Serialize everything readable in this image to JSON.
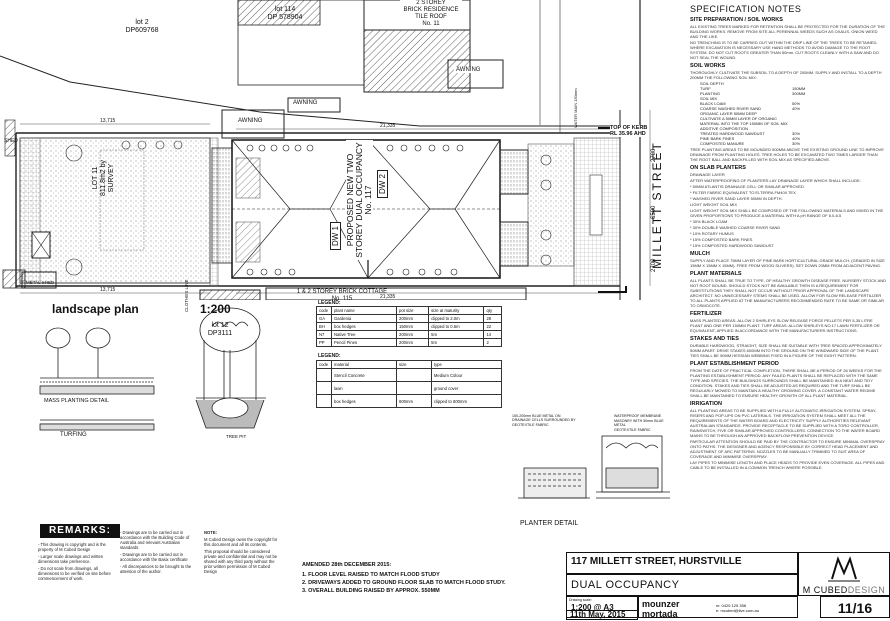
{
  "plan": {
    "title": "landscape plan",
    "scale": "1:200",
    "lots": [
      {
        "lot": "lot 2",
        "dp": "DP609768"
      },
      {
        "lot": "lot 114",
        "dp": "DP 578904"
      },
      {
        "lot": "lot 12",
        "dp": "DP3111"
      }
    ],
    "neighbour_top": [
      "2 STOREY",
      "BRICK RESIDENCE",
      "TILE ROOF",
      "No. 11"
    ],
    "neighbour_bottom": [
      "1 & 2 STOREY BRICK COTTAGE",
      "No. 115"
    ],
    "awning_labels": [
      "AWNING",
      "AWNING",
      "AWNING"
    ],
    "lot_label": [
      "LOT 11",
      "811.8m2 by SURVEY"
    ],
    "proposed": [
      "PROPOSED NEW TWO",
      "STOREY DUAL OCCUPANCY",
      "No. 117"
    ],
    "dw_labels": [
      "DW 1",
      "DW 2"
    ],
    "street": "MILLETT STREET",
    "street_dims": [
      "2700",
      "6500",
      "2700"
    ],
    "side_dims": [
      "13,715",
      "13,715",
      "21,335",
      "21,335"
    ],
    "left_labels": [
      "SHED",
      "METAL SHED",
      "CLOTHES LINE"
    ],
    "tok": [
      "TOP OF KERB",
      "RL 35.96 AHD"
    ],
    "corner_note": "WATER MAIN 150mm"
  },
  "legend": {
    "title": "LEGEND:",
    "headers": [
      "code",
      "plant name",
      "pot size",
      "size at maturity",
      "qty"
    ],
    "rows": [
      [
        "GA",
        "Gardenia",
        "200mm",
        "clipped to 2.0m",
        "28"
      ],
      [
        "BH",
        "box hedges",
        "150mm",
        "clipped to 0.6m",
        "22"
      ],
      [
        "N7",
        "Native Tree",
        "200mm",
        "5m",
        "14"
      ],
      [
        "PP",
        "Pencil Pines",
        "200mm",
        "5m",
        "2"
      ]
    ],
    "title2": "LEGEND:",
    "headers2": [
      "code",
      "material",
      "size",
      "type"
    ],
    "rows2": [
      [
        "",
        "Stencil Concrete",
        "",
        "Medium Colour"
      ],
      [
        "",
        "lawn",
        "",
        "ground cover"
      ],
      [
        "",
        "box hedges",
        "600mm",
        "clipped to 600mm"
      ]
    ]
  },
  "details": {
    "mass_planting": "MASS PLANTING DETAIL",
    "turfing": "TURFING",
    "tree_pit": "TREE PIT",
    "planter_detail": "PLANTER DETAIL",
    "planter_notes": [
      "150-200mm BLUE METAL ON",
      "DRAINAGE CELLS SURROUNDED BY",
      "GEOTEXTILE FABRIC",
      "WATERPROOF MEMBRANE",
      "MASONRY WITH 50mm BLUE METAL",
      "GEOTEXTILE FABRIC"
    ]
  },
  "remarks": {
    "title": "REMARKS:",
    "col1": [
      "- This drawing is copyright and is the property of M Cubed Design",
      "- Larger scale drawings and written dimensions take preference.",
      "- Do not scale from drawings, all dimensions to be verified on site before commencement of work."
    ],
    "col2": [
      "- Drawings are to be carried out in accordance with the Building Code of Australia and relevant Australian standards",
      "- Drawings are to be carried out in accordance with the Basix certificate",
      "- All discrepancies to be brought to the attention of the author."
    ],
    "note_title": "NOTE:",
    "col3": [
      "M Cubed Design owns the copyright for this document and all its contents.",
      "This proposal should be considered private and confidential and may not be shared with any third party without the prior written permission of M Cubed Design"
    ]
  },
  "amendments": {
    "title": "AMENDED 28th DECEMBER 2015:",
    "items": [
      "1. FLOOR LEVEL RAISED TO MATCH FLOOD STUDY",
      "2. DRIVEWAYS ADDED TO GROUND FLOOR SLAB TO MATCH FLOOD STUDY.",
      "3. OVERALL BUILDING RAISED BY APPROX. 550MM"
    ]
  },
  "titleblock": {
    "address": "117 MILLETT STREET, HURSTVILLE",
    "project": "DUAL OCCUPANCY",
    "scale": "1:200 @ A3",
    "date": "11th May, 2015",
    "designer": "mounzer mortada",
    "phone": "m: 0425 125 358",
    "email": "e: mcubed@live.com.au",
    "brand_a": "M CUBED",
    "brand_b": "DESIGN",
    "sheet": "11/16",
    "dimensions_note": "Drawing scale:",
    "dated_note": "Date:"
  },
  "spec": {
    "title": "SPECIFICATION NOTES",
    "sections": [
      {
        "h": "SITE PREPARATION / SOIL WORKS",
        "p": [
          "ALL EXISTING TREES MARKED FOR RETENTION SHALL BE PROTECTED FOR THE DURATION OF THE BUILDING WORKS. REMOVE FROM SITE ALL PERENNIAL WEEDS SUCH AS OXALIS, ONION WEED AND THE LIKE.",
          "NO TRENCHING IS TO BE CARRIED OUT WITHIN THE DRIP LINE OF THE TREES TO BE RETAINED. WHERE EXCAVATION IS NECESSARY USE HAND METHODS TO AVOID DAMAGE TO THE ROOT SYSTEM. DO NOT CUT ROOTS GREATER THAN 50mm. CUT ROOTS CLEANLY WITH A SAW AND DO NOT SEAL THE WOUND."
        ]
      },
      {
        "h": "SOIL WORKS",
        "p": [
          "THOROUGHLY CULTIVATE THE SUBSOIL TO A DEPTH OF 200MM. SUPPLY AND INSTALL TO A DEPTH 200MM THE FOLLOWING SOIL MIX:"
        ]
      },
      {
        "h": "",
        "table": [
          [
            "SOIL DEPTH",
            ""
          ],
          [
            "TURF",
            "150MM"
          ],
          [
            "PLANTING",
            "300MM"
          ],
          [
            "SOIL MIX",
            ""
          ],
          [
            "BLACK LOAM",
            "50%"
          ],
          [
            "COARSE WASHED RIVER SAND",
            "40%"
          ],
          [
            "ORGANIC LAYER 50MM DEEP",
            ""
          ],
          [
            "CULTIVATE A 50MM LAYER OF ORGANIC MATERIAL INTO THE TOP 150MM OF SOIL MIX",
            ""
          ],
          [
            "ADDITIVE COMPOSITION",
            ""
          ],
          [
            "TREATED HARDWOOD SAWDUST",
            "30%"
          ],
          [
            "PINE BARK FINES",
            "40%"
          ],
          [
            "COMPOSTED MANURE",
            "30%"
          ]
        ]
      },
      {
        "h": "",
        "p": [
          "TREE PLANTING AREAS TO BE MOUNDED 500MM ABOVE THE EXISTING GROUND LINE TO IMPROVE DRAINAGE FROM PLANTING HOLES. TREE HOLES TO BE EXCAVATED TWO TIMES LARGER THAN THE ROOT BALL AND BACKFILLED WITH SOIL MIX AS SPECIFIED ABOVE."
        ]
      },
      {
        "h": "ON SLAB PLANTERS",
        "p": [
          "DRAINAGE LAYER",
          "AFTER WATERPROOFING OF PLANTERS LAY DRAINAGE LAYER WHICH SHALL INCLUDE:",
          "* 50MM ATLANTIS DRAINAGE CELL OR SIMILAR APPROVED.",
          "* FILTER FABRIC EQUIVALENT TO ELTERRA FM400 TEX",
          "* WASHED RIVER SAND LAYER 50MM IN DEPTH."
        ]
      },
      {
        "h": "",
        "p": [
          "LIGHT WEIGHT SOIL MIX",
          "LIGHT WEIGHT SOIL MIX SHALL BE COMPOSED OF THE FOLLOWING MATERIALS AND MIXED IN THE GIVEN PROPORTIONS TO PRODUCE A MATERIAL WITH A pH RANGE OF 6.0-6.5",
          "* 30%    BLACK LOAM",
          "* 30%    DOUBLE WASHED COARSE RIVER SAND",
          "* 10%    ROTARY HUMUS",
          "* 15%    COMPOSTED BARK FINES",
          "* 15%    COMPOSTED HARDWOOD SAWDUST"
        ]
      },
      {
        "h": "MULCH",
        "p": [
          "SUPPLY AND PLACE 75MM LAYER OF PINE BARK HORTICULTURAL GRADE MULCH. (GRADED IN SIZE 15MM X 15MM X 15MM). FREE FROM WOOD SLIVERS). SET DOWN 20MM FROM ADJACENT PAVING."
        ]
      },
      {
        "h": "PLANT MATERIALS",
        "p": [
          "ALL PLANTS SHALL BE TRUE TO TYPE, OF HEALTHY GROWTH DISEASE FREE, NURSERY STOCK AND NOT ROOT BOUND. SHOULD STOCK NOT BE AVAILABLE THEN IS A REQUIREMENT FOR SUBSTITUTIONS THEY SHALL NOT OCCUR WITHOUT PRIOR APPROVAL OF THE LANDSCAPE ARCHITECT. NO UNNECESSARY STEMS SHALL BE USED. ALLOW FOR SLOW RELEASE FERTILIZER TO ALL PLANTS APPLIED AT THE MANUFACTURERS RECOMMENDED RATE TO BE SAME OR SIMILAR TO OSMOCOTE."
        ]
      },
      {
        "h": "FERTILIZER",
        "p": [
          "MASS PLANTED AREAS: ALLOW 2 SHIRLEYS SLOW RELEASE FORCE PELLETS PER 5-35 LITRE PLANT AND ONE PER 150MM PLANT. TURF AREAS: ALLOW SHIRLEYS NO.17 LAWN FERTILIZER OR EQUIVALENT, APPLIED IN ACCORDANCE WITH THE MANUFACTURERS INSTRUCTIONS."
        ]
      },
      {
        "h": "STAKES AND TIES",
        "p": [
          "DURABLE HARDWOOD, STRAIGHT, SIZE SHALL BE SUITABLE WITH TREE SPACED APPROXIMATELY 50MM APART. DRIVE STAKES 600MM INTO THE GROUND ON THE WINDWARD SIDE OF THE PLANT. TIES SHALL BE 50MM HESSIAN WEBBING FIXED IN A FIGURE OF THE EIGHT PATTERN."
        ]
      },
      {
        "h": "PLANT ESTABLISHMENT PERIOD",
        "p": [
          "FROM THE DATE OF PRACTICAL COMPLETION, THERE SHALL BE A PERIOD OF 26 WEEKS FOR THE PLANTING ESTABLISHMENT PERIOD. ANY FAILED PLANTS SHALL BE REPLACED WITH THE SAME TYPE AND SPECIES. THE BUILDINGS SURROUNDS SHALL BE MAINTAINED IN A NEAT AND TIDY CONDITION. STAKES AND TIES SHALL BE ADJUSTED AS REQUIRED AND THE TURF SHALL BE REGULARLY MOWED TO MAINTAIN A HEALTHY GROWING COVER. A CONSTANT WATER REGIME SHALL BE MAINTAINED TO ENSURE HEALTHY GROWTH OF ALL PLANT MATERIAL."
        ]
      },
      {
        "h": "IRRIGATION",
        "p": [
          "ALL PLANTING AREAS TO BE SUPPLIED WITH A FULLY AUTOMATIC IRRIGATION SYSTEM. SPRAY-RISERS AND POP-UPS ON PVC LATERALS. THE IRRIGATION SYSTEM SHALL MEET ALL THE REQUIREMENTS OF THE WATER BOARD AND ELECTRICITY SUPPLY AUTHORITIES RELEVANT AUSTRALIAN STANDARDS. PROVIDE RECEPTACLE TO BE SUPPLIED WITH A TORO CONTROLLER, RAINSWITCH, FIVE OR SIMILAR APPROVED CONTROLLERS. CONNECTION TO THE WATER BOARD MAINS TO BE THROUGH AN APPROVED BACKFLOW PREVENTION DEVICE.",
          "PARTICULAR ATTENTION SHOULD BE PAID BY THE CONTRACTOR TO ENSURE MINIMAL OVERSPRAY ONTO PATHS. THE DESIGNER AND AGENCY RESPONSIBLE BY CORRECT HEAD PLACEMENT AND ADJUSTMENT OF ARC PATTERNS. NOZZLES TO BE MANUALLY TRIMMED TO SUIT AREA OF COVERAGE AND MINIMISE OVERSPRAY.",
          "LAY PIPES TO MINIMISE LENGTH AND PLACE HEADS TO PROVIDE EVEN COVERAGE. ALL PIPES AND CABLE TO BE INSTALLED IN A COMMON TRENCH WHERE POSSIBLE."
        ]
      }
    ]
  }
}
